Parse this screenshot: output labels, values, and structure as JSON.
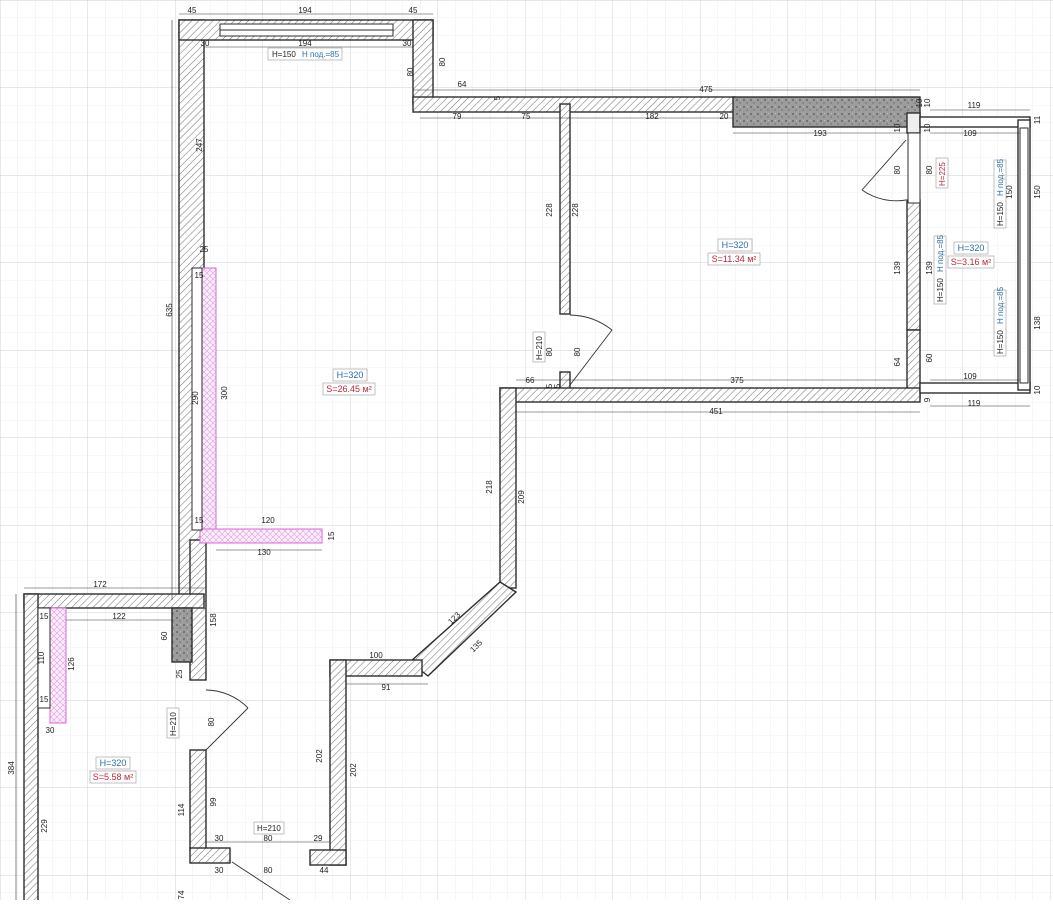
{
  "plan": {
    "wall_color": "#3a3a3a",
    "hatch_color": "#7a7a7a",
    "partition_color": "#d96ad9",
    "grid_color": "#d4dbe2",
    "height_label_color": "#2a6fa8",
    "area_label_color": "#c0283b"
  },
  "rooms": {
    "main": {
      "height": "H=320",
      "area": "S=26.45 м²"
    },
    "right": {
      "height": "H=320",
      "area": "S=11.34 м²"
    },
    "balcony": {
      "height": "H=320",
      "area": "S=3.16 м²"
    },
    "small": {
      "height": "H=320",
      "area": "S=5.58 м²"
    }
  },
  "openings": {
    "top_window_h": "H=150",
    "top_window_sill": "H под.=85",
    "door_mid": "H=210",
    "door_left": "H=210",
    "door_bottom": "H=210",
    "balcony_door": "H=225",
    "balcony_win_top_h": "H=150",
    "balcony_win_top_sill": "H под.=85",
    "balcony_win_mid_h": "H=150",
    "balcony_win_mid_sill": "H под.=85",
    "balcony_win_bot_h": "H=150",
    "balcony_win_bot_sill": "H под.=85"
  },
  "dimensions": {
    "d45a": "45",
    "d194a": "194",
    "d45b": "45",
    "d30a": "30",
    "d194b": "194",
    "d30b": "30",
    "d80a": "80",
    "d80b": "80",
    "d64": "64",
    "d5a": "5",
    "d475": "475",
    "d10a": "10",
    "d10b": "10",
    "d119a": "119",
    "d79": "79",
    "d75": "75",
    "d182": "182",
    "d20": "20",
    "d193": "193",
    "d10c": "10",
    "d10d": "10",
    "d109a": "109",
    "d11": "11",
    "d247": "247",
    "d228a": "228",
    "d228b": "228",
    "d80c": "80",
    "d80d": "80",
    "d150a": "150",
    "d150b": "150",
    "d635": "635",
    "d25a": "25",
    "d15a": "15",
    "d290": "290",
    "d300": "300",
    "d139a": "139",
    "d139b": "139",
    "d80e": "80",
    "d80f": "80",
    "d5b": "5",
    "d5c": "5",
    "d64b": "64",
    "d60a": "60",
    "d138": "138",
    "d66": "66",
    "d375": "375",
    "d109b": "109",
    "d10e": "10",
    "d451": "451",
    "d9": "9",
    "d119b": "119",
    "d218": "218",
    "d209": "209",
    "d15b": "15",
    "d120": "120",
    "d15c": "15",
    "d130": "130",
    "d172": "172",
    "d122": "122",
    "d15d": "15",
    "d60b": "60",
    "d158": "158",
    "d126": "126",
    "d110": "110",
    "d15e": "15",
    "d123": "123",
    "d135": "135",
    "d100": "100",
    "d91": "91",
    "d25b": "25",
    "d30c": "30",
    "d80g": "80",
    "d384": "384",
    "d202a": "202",
    "d202b": "202",
    "d229": "229",
    "d114": "114",
    "d99": "99",
    "d30d": "30",
    "d80h": "80",
    "d29": "29",
    "d30e": "30",
    "d80i": "80",
    "d44": "44",
    "d74": "74"
  }
}
